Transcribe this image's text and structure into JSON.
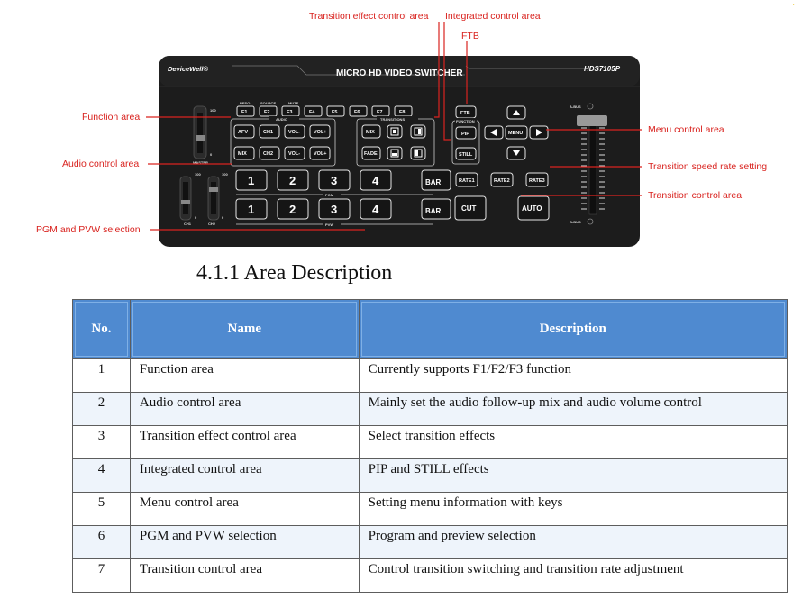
{
  "device": {
    "brand": "DeviceWell®",
    "product_line": "MICRO HD VIDEO SWITCHER",
    "model": "HDS7105P",
    "f_keys": [
      "F1",
      "F2",
      "F3",
      "F4",
      "F5",
      "F6",
      "F7",
      "F8"
    ],
    "f_key_captions": [
      "RESO",
      "SOURCE",
      "MUTE"
    ],
    "audio_heading": "AUDIO",
    "audio_keys_row1": [
      "AFV",
      "CH1",
      "VOL-",
      "VOL+"
    ],
    "audio_keys_row2": [
      "MIX",
      "CH2",
      "VOL-",
      "VOL+"
    ],
    "transitions_heading": "TRANSITIONS",
    "transition_keys": [
      "MIX",
      "FADE"
    ],
    "function_heading": "FUNCTION",
    "ftb_key": "FTB",
    "function_keys": [
      "PIP",
      "STILL"
    ],
    "menu_key": "MENU",
    "rate_keys": [
      "RATE1",
      "RATE2",
      "RATE3"
    ],
    "pgm_keys": [
      "1",
      "2",
      "3",
      "4",
      "BAR"
    ],
    "pvw_keys": [
      "1",
      "2",
      "3",
      "4",
      "BAR"
    ],
    "pgm_label": "PGM",
    "pvw_label": "PVW",
    "cut_key": "CUT",
    "auto_key": "AUTO",
    "a_bus": "A-BUS",
    "b_bus": "B-BUS",
    "master_label": "MASTER",
    "ch1_label": "CH1",
    "ch2_label": "CH2",
    "fader_top": "100",
    "fader_bottom": "0"
  },
  "callouts": {
    "transition_effect": "Transition effect control area",
    "integrated": "Integrated control area",
    "ftb": "FTB",
    "function": "Function area",
    "audio": "Audio control area",
    "pgm_pvw": "PGM and PVW selection",
    "menu": "Menu control area",
    "speed": "Transition speed rate setting",
    "transition_control": "Transition control area"
  },
  "section": {
    "title": "4.1.1 Area Description"
  },
  "table": {
    "headers": [
      "No.",
      "Name",
      "Description"
    ],
    "rows": [
      {
        "no": "1",
        "name": "Function area",
        "desc": "Currently supports F1/F2/F3 function"
      },
      {
        "no": "2",
        "name": "Audio control area",
        "desc": "Mainly set the audio follow-up mix and audio volume control"
      },
      {
        "no": "3",
        "name": "Transition effect control area",
        "desc": "Select transition effects"
      },
      {
        "no": "4",
        "name": "Integrated control area",
        "desc": "PIP and STILL effects"
      },
      {
        "no": "5",
        "name": "Menu control area",
        "desc": "Setting menu information with keys"
      },
      {
        "no": "6",
        "name": "PGM and PVW selection",
        "desc": "Program and preview selection"
      },
      {
        "no": "7",
        "name": "Transition control area",
        "desc": "Control transition switching and transition rate adjustment"
      }
    ]
  },
  "colors": {
    "accent_red": "#d9231f",
    "header_blue": "#4f8ad0",
    "panel": "#1c1c1c"
  }
}
